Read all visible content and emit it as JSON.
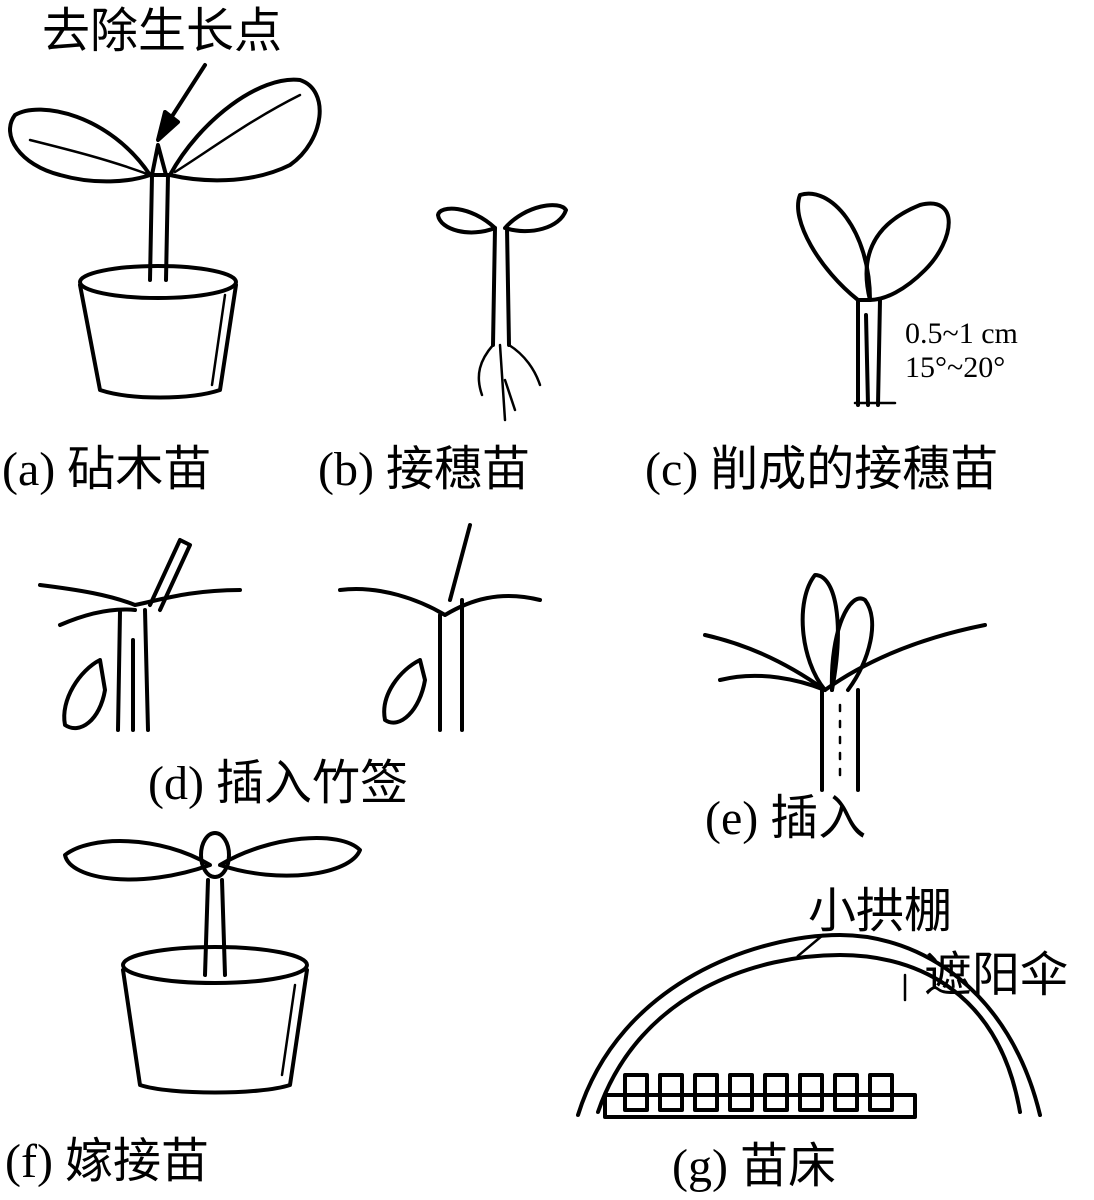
{
  "annotations": {
    "remove_growing_point": "去除生长点",
    "cut_length": "0.5~1 cm",
    "cut_angle": "15°~20°",
    "small_arch_shed": "小拱棚",
    "shade_cover": "遮阳伞"
  },
  "captions": {
    "a": "(a) 砧木苗",
    "b": "(b) 接穗苗",
    "c": "(c) 削成的接穗苗",
    "d": "(d) 插入竹签",
    "e": "(e) 插入",
    "f": "(f) 嫁接苗",
    "g": "(g) 苗床"
  }
}
